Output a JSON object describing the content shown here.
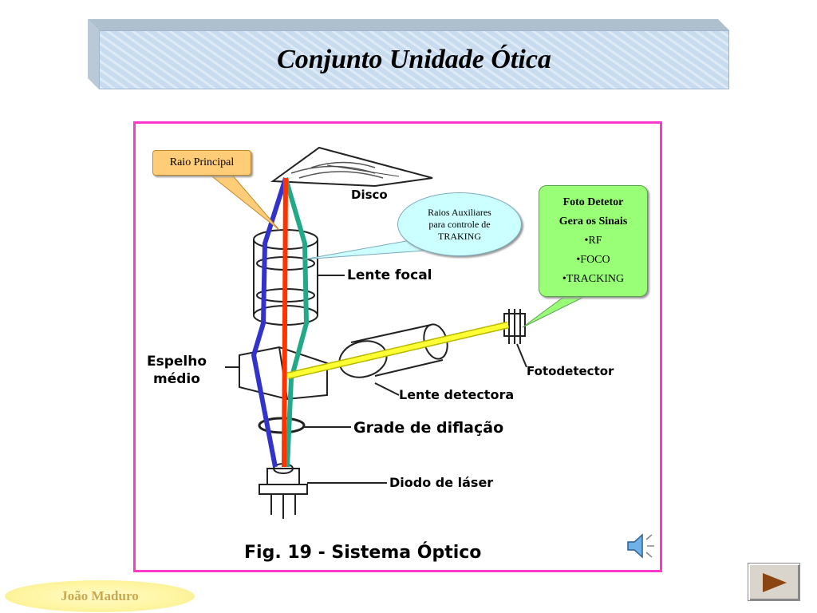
{
  "title": "Conjunto Unidade Ótica",
  "diagram": {
    "labels": {
      "disco": "Disco",
      "lente_focal": "Lente focal",
      "espelho_1": "Espelho",
      "espelho_2": "médio",
      "fotodetector": "Fotodetector",
      "lente_detectora": "Lente detectora",
      "grade": "Grade de diflação",
      "diodo": "Diodo de láser",
      "caption": "Fig. 19 - Sistema Óptico"
    },
    "colors": {
      "frame": "#ff38cc",
      "main_ray": "#ff3300",
      "aux_ray_left": "#3333cc",
      "aux_ray_right": "#22aa88",
      "detector_ray": "#ffff33"
    }
  },
  "callouts": {
    "raio_principal": "Raio Principal",
    "raios_auxiliares": [
      "Raios Auxiliares",
      "para controle de",
      "TRAKING"
    ],
    "foto_detetor": {
      "title_1": "Foto Detetor",
      "title_2": "Gera os Sinais",
      "items": [
        "•RF",
        "•FOCO",
        "•TRACKING"
      ]
    }
  },
  "footer": {
    "author": "João Maduro"
  },
  "icons": {
    "speaker": "speaker-icon",
    "next": "play-right-icon"
  }
}
